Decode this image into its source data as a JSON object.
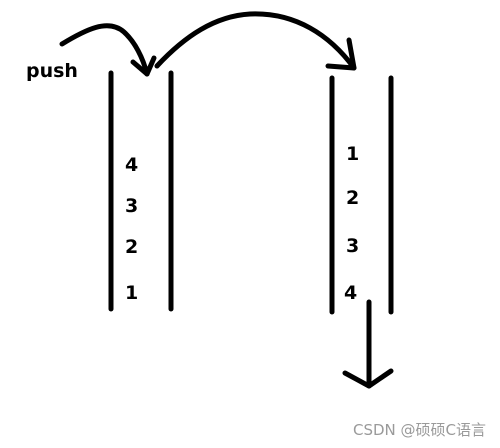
{
  "operation": "push",
  "left_stack": {
    "values_top_to_bottom": [
      "4",
      "3",
      "2",
      "1"
    ]
  },
  "right_stack": {
    "values_top_to_bottom": [
      "1",
      "2",
      "3",
      "4"
    ]
  },
  "watermark": "CSDN @硕硕C语言",
  "colors": {
    "ink": "#000000",
    "watermark": "#9a9a9a",
    "background": "#ffffff"
  }
}
